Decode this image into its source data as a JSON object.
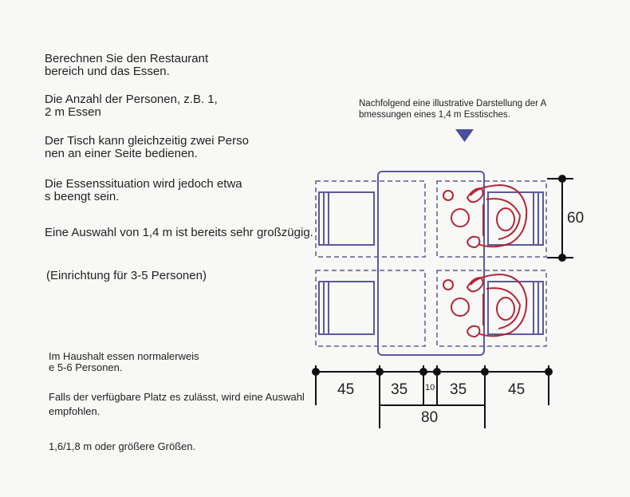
{
  "intro": {
    "p1": "Berechnen Sie den Restaurant\nbereich und das Essen.",
    "p2": "Die Anzahl der Personen, z.B. 1,\n2 m Essen",
    "p3": "Der Tisch kann gleichzeitig zwei Perso\nnen an einer Seite bedienen.",
    "p4": "Die Essenssituation wird jedoch etwa\ns beengt sein.",
    "p5": "Eine Auswahl von 1,4 m ist bereits sehr großzügig.",
    "p6": "(Einrichtung für 3-5 Personen)"
  },
  "household": {
    "p1": "Im Haushalt essen normalerweis\ne 5-6 Personen.",
    "p2": "Falls der verfügbare Platz es zulässt, wird eine Auswahl\nempfohlen.",
    "p3": "1,6/1,8 m oder größere Größen."
  },
  "illustration_note": "Nachfolgend eine illustrative Darstellung der A\nbmessungen eines 1,4 m Esstisches.",
  "dimensions": {
    "height": "60",
    "seg1": "45",
    "seg2": "35",
    "seg3": "10",
    "seg4": "35",
    "seg5": "45",
    "total": "80"
  },
  "colors": {
    "outline": "#5a5a9a",
    "person": "#b3263a",
    "arrow": "#4a4f9a",
    "dim": "#111111"
  }
}
